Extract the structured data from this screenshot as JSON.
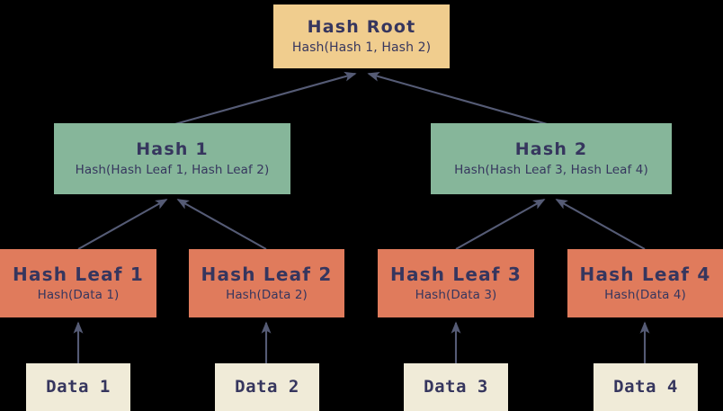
{
  "diagram": {
    "type": "merkle-tree",
    "background_color": "#000000",
    "text_color": "#36365e",
    "edge_color": "#555b75",
    "palette": {
      "root": "#f0cd8e",
      "hash": "#86b69a",
      "leaf": "#e07b5c",
      "data": "#f0ebd8"
    }
  },
  "root": {
    "title": "Hash Root",
    "subtitle": "Hash(Hash 1, Hash 2)"
  },
  "hashes": [
    {
      "title": "Hash 1",
      "subtitle": "Hash(Hash Leaf 1, Hash Leaf 2)"
    },
    {
      "title": "Hash 2",
      "subtitle": "Hash(Hash Leaf 3, Hash Leaf 4)"
    }
  ],
  "leaves": [
    {
      "title": "Hash Leaf 1",
      "subtitle": "Hash(Data 1)"
    },
    {
      "title": "Hash Leaf 2",
      "subtitle": "Hash(Data 2)"
    },
    {
      "title": "Hash Leaf 3",
      "subtitle": "Hash(Data 3)"
    },
    {
      "title": "Hash Leaf 4",
      "subtitle": "Hash(Data 4)"
    }
  ],
  "data_blocks": [
    {
      "title": "Data 1"
    },
    {
      "title": "Data 2"
    },
    {
      "title": "Data 3"
    },
    {
      "title": "Data 4"
    }
  ]
}
